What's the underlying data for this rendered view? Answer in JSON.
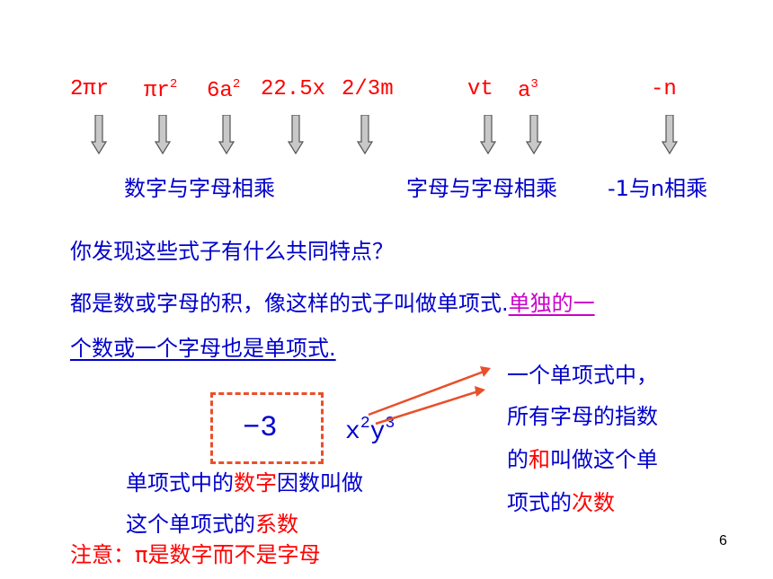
{
  "expressions": [
    {
      "base": "2πr",
      "sup": ""
    },
    {
      "base": "πr",
      "sup": "2"
    },
    {
      "base": "6a",
      "sup": "2"
    },
    {
      "base": "22.5x",
      "sup": ""
    },
    {
      "base": "2/3m",
      "sup": ""
    },
    {
      "base": "vt",
      "sup": ""
    },
    {
      "base": "a",
      "sup": "3"
    },
    {
      "base": "-n",
      "sup": ""
    }
  ],
  "groups": {
    "number_times_letter": "数字与字母相乘",
    "letter_times_letter": "字母与字母相乘",
    "neg_one_times_n": "-1与n相乘"
  },
  "question": "你发现这些式子有什么共同特点？",
  "definition": {
    "part1": "都是数或字母的积，像这样的式子叫做单项式.",
    "part2_line1": "单独的一",
    "part2_line2": "个数或一个字母也是单项式."
  },
  "example": {
    "coefficient": "−3",
    "var_x": "x",
    "exp_x": "2",
    "var_y": "y",
    "exp_y": "3"
  },
  "coefficient_note": {
    "line1_a": "单项式中的",
    "line1_b": "数字",
    "line1_c": "因数叫做",
    "line2_a": "这个单项式的",
    "line2_b": "系数"
  },
  "degree_note": {
    "line1": "一个单项式中，",
    "line2": "所有字母的指数",
    "line3_a": "的",
    "line3_b": "和",
    "line3_c": "叫做这个单",
    "line4_a": "项式的",
    "line4_b": "次数"
  },
  "warning": "注意：π是数字而不是字母",
  "page_number": "6",
  "colors": {
    "red": "#ff0000",
    "blue": "#0000cc",
    "purple": "#cc00cc",
    "arrow": "#e8502a"
  }
}
